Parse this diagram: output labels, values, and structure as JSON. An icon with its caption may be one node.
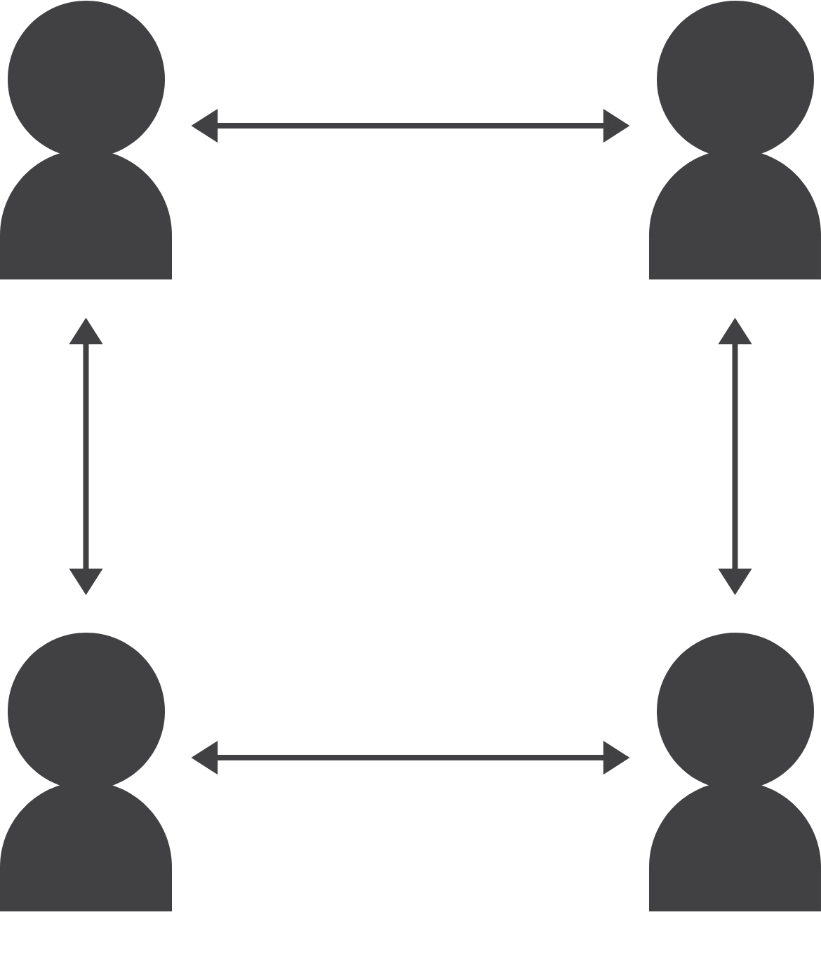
{
  "diagram": {
    "nodes": [
      {
        "text": [],
        "shape": "person"
      },
      {
        "text": [],
        "shape": "person"
      },
      {
        "text": [],
        "shape": "person"
      },
      {
        "text": [],
        "shape": "person"
      }
    ],
    "edges": [
      {
        "from": 0,
        "to": 1,
        "arrow": "both"
      },
      {
        "from": 0,
        "to": 2,
        "arrow": "both"
      },
      {
        "from": 1,
        "to": 3,
        "arrow": "both"
      },
      {
        "from": 2,
        "to": 3,
        "arrow": "both"
      }
    ]
  }
}
